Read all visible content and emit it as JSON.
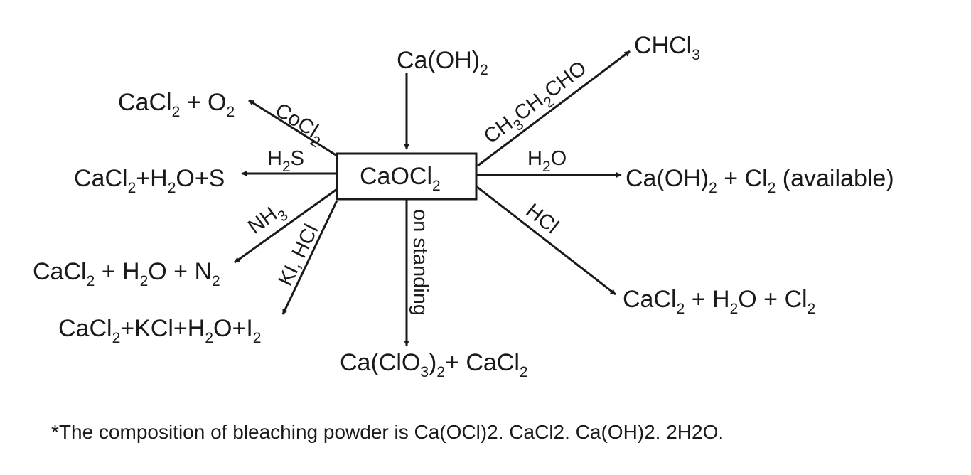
{
  "center": {
    "text": "CaOCl",
    "sub": "2"
  },
  "top_reagent": [
    {
      "t": "Ca(OH)"
    },
    {
      "t": "2",
      "sub": true
    }
  ],
  "chcl3": [
    {
      "t": "CHCl"
    },
    {
      "t": "3",
      "sub": true
    }
  ],
  "reagent_propanal": [
    {
      "t": "CH"
    },
    {
      "t": "3",
      "sub": true
    },
    {
      "t": "CH"
    },
    {
      "t": "2",
      "sub": true
    },
    {
      "t": "CHO"
    }
  ],
  "product_o2": [
    {
      "t": "CaCl"
    },
    {
      "t": "2",
      "sub": true
    },
    {
      "t": " + O"
    },
    {
      "t": "2",
      "sub": true
    }
  ],
  "reagent_cocl2": [
    {
      "t": "CoCl"
    },
    {
      "t": "2",
      "sub": true
    }
  ],
  "reagent_h2s": [
    {
      "t": "H"
    },
    {
      "t": "2",
      "sub": true
    },
    {
      "t": "S"
    }
  ],
  "product_s": [
    {
      "t": "CaCl"
    },
    {
      "t": "2",
      "sub": true
    },
    {
      "t": "+H"
    },
    {
      "t": "2",
      "sub": true
    },
    {
      "t": "O+S"
    }
  ],
  "reagent_h2o": [
    {
      "t": "H"
    },
    {
      "t": "2",
      "sub": true
    },
    {
      "t": "O"
    }
  ],
  "product_cl2_available": [
    {
      "t": "Ca(OH)"
    },
    {
      "t": "2",
      "sub": true
    },
    {
      "t": " + Cl"
    },
    {
      "t": "2",
      "sub": true
    },
    {
      "t": " (available)"
    }
  ],
  "reagent_nh3": [
    {
      "t": "NH"
    },
    {
      "t": "3",
      "sub": true
    }
  ],
  "product_n2": [
    {
      "t": "CaCl"
    },
    {
      "t": "2",
      "sub": true
    },
    {
      "t": " + H"
    },
    {
      "t": "2",
      "sub": true
    },
    {
      "t": "O + N"
    },
    {
      "t": "2",
      "sub": true
    }
  ],
  "reagent_ki_hcl": [
    {
      "t": "KI, HCl"
    }
  ],
  "product_i2": [
    {
      "t": "CaCl"
    },
    {
      "t": "2",
      "sub": true
    },
    {
      "t": "+KCl+H"
    },
    {
      "t": "2",
      "sub": true
    },
    {
      "t": "O+I"
    },
    {
      "t": "2",
      "sub": true
    }
  ],
  "reagent_on_standing": [
    {
      "t": "on standing"
    }
  ],
  "product_chlorate": [
    {
      "t": "Ca(ClO"
    },
    {
      "t": "3",
      "sub": true
    },
    {
      "t": ")"
    },
    {
      "t": "2",
      "sub": true
    },
    {
      "t": "+ CaCl"
    },
    {
      "t": "2",
      "sub": true
    }
  ],
  "reagent_hcl": [
    {
      "t": "HCl"
    }
  ],
  "product_hcl": [
    {
      "t": "CaCl"
    },
    {
      "t": "2",
      "sub": true
    },
    {
      "t": " + H"
    },
    {
      "t": "2",
      "sub": true
    },
    {
      "t": "O + Cl"
    },
    {
      "t": "2",
      "sub": true
    }
  ],
  "footnote": "*The composition of bleaching powder is Ca(OCl)2. CaCl2. Ca(OH)2. 2H2O."
}
